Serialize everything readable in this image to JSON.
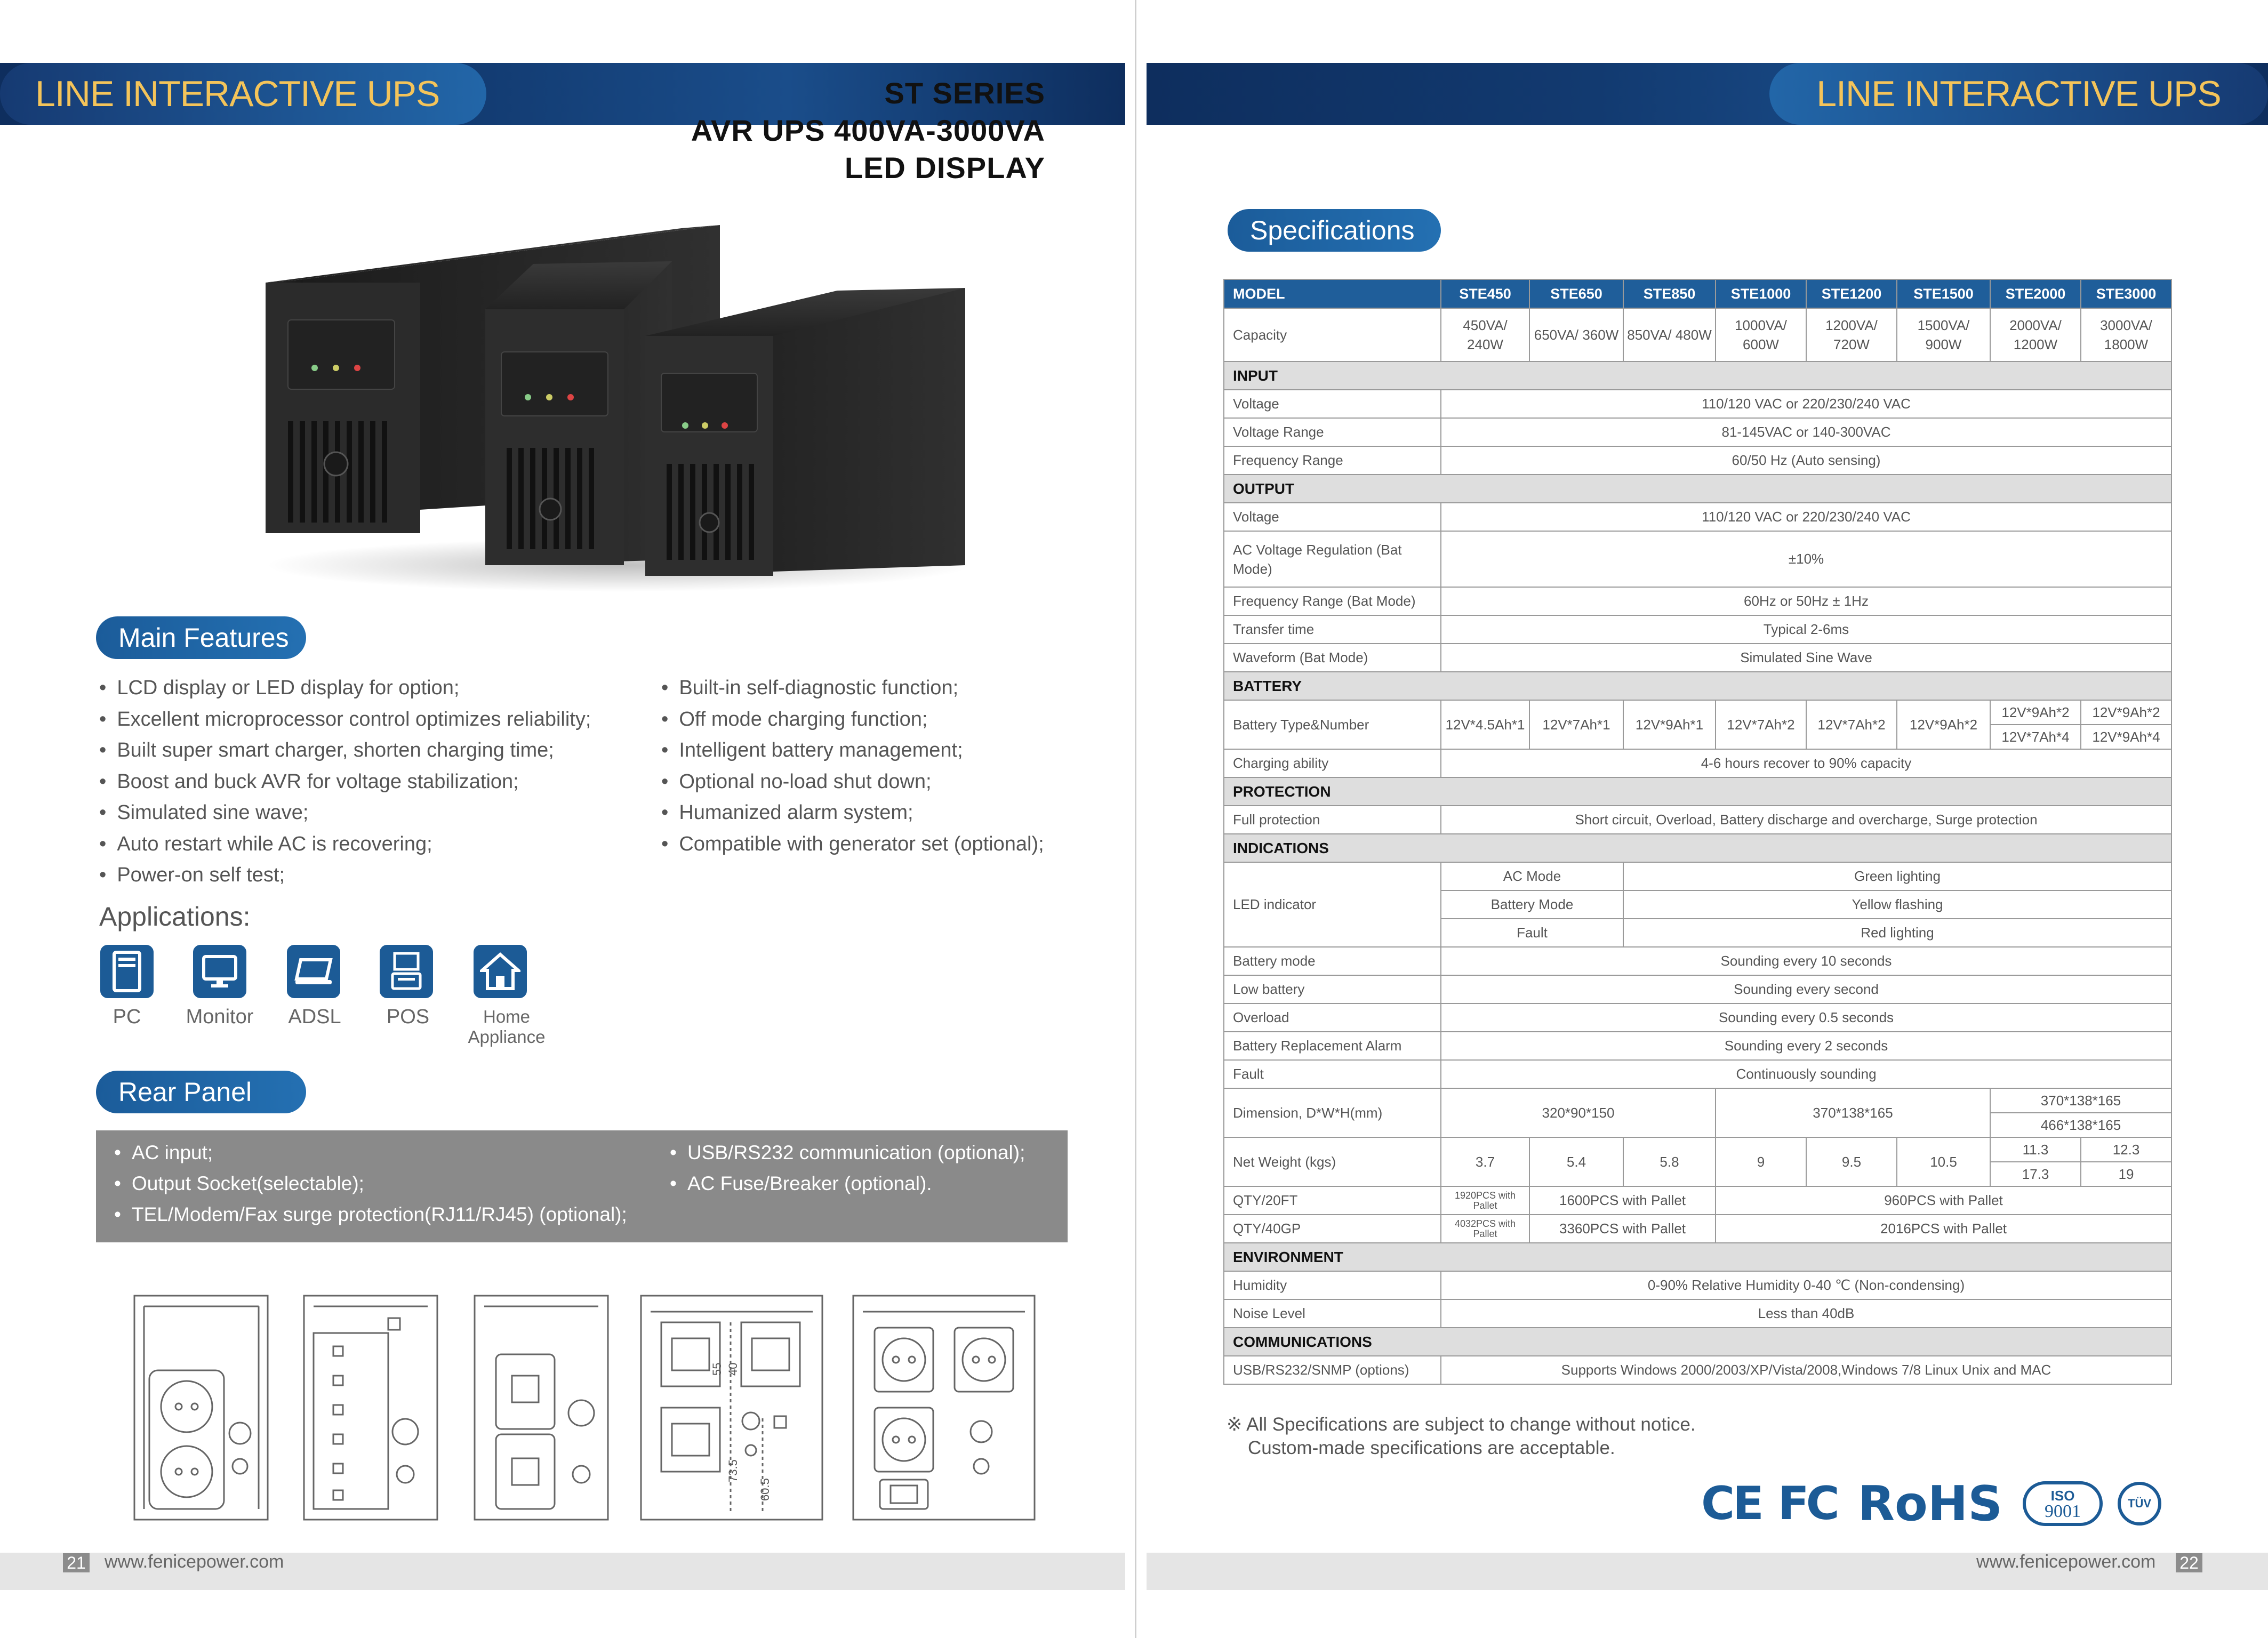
{
  "left": {
    "banner_title": "LINE INTERACTIVE UPS",
    "header_lines": [
      "ST SERIES",
      "AVR UPS 400VA-3000VA",
      "LED DISPLAY"
    ],
    "main_features_title": "Main Features",
    "features_col1": [
      "LCD display or LED display for option;",
      "Excellent microprocessor control optimizes reliability;",
      "Built super smart charger, shorten charging time;",
      "Boost and buck AVR for voltage stabilization;",
      "Simulated sine wave;",
      "Auto restart while AC is recovering;",
      "Power-on self test;"
    ],
    "features_col2": [
      "Built-in self-diagnostic function;",
      "Off mode charging function;",
      "Intelligent battery management;",
      "Optional no-load shut down;",
      "Humanized alarm system;",
      "Compatible with generator set (optional);"
    ],
    "applications_title": "Applications:",
    "applications": [
      {
        "label": "PC",
        "icon": "pc-icon"
      },
      {
        "label": "Monitor",
        "icon": "monitor-icon"
      },
      {
        "label": "ADSL",
        "icon": "adsl-icon"
      },
      {
        "label": "POS",
        "icon": "pos-icon"
      },
      {
        "label": "Home Appliance",
        "icon": "home-icon"
      }
    ],
    "rear_panel_title": "Rear Panel",
    "rear_col1": [
      "AC input;",
      "Output Socket(selectable);",
      "TEL/Modem/Fax surge protection(RJ11/RJ45) (optional);"
    ],
    "rear_col2": [
      "USB/RS232 communication (optional);",
      "AC Fuse/Breaker (optional)."
    ],
    "drawing_labels": [
      "73.5",
      "60.5",
      "55",
      "40"
    ],
    "page_number": "21",
    "url": "www.fenicepower.com"
  },
  "right": {
    "banner_title": "LINE INTERACTIVE UPS",
    "spec_title": "Specifications",
    "table": {
      "model_label": "MODEL",
      "models": [
        "STE450",
        "STE650",
        "STE850",
        "STE1000",
        "STE1200",
        "STE1500",
        "STE2000",
        "STE3000"
      ],
      "capacity_label": "Capacity",
      "capacity": [
        "450VA/ 240W",
        "650VA/ 360W",
        "850VA/ 480W",
        "1000VA/ 600W",
        "1200VA/ 720W",
        "1500VA/ 900W",
        "2000VA/ 1200W",
        "3000VA/ 1800W"
      ],
      "sec_input": "INPUT",
      "input_rows": [
        {
          "label": "Voltage",
          "value": "110/120 VAC or 220/230/240 VAC"
        },
        {
          "label": "Voltage Range",
          "value": "81-145VAC or 140-300VAC"
        },
        {
          "label": "Frequency Range",
          "value": "60/50 Hz (Auto sensing)"
        }
      ],
      "sec_output": "OUTPUT",
      "output_voltage": {
        "label": "Voltage",
        "value": "110/120 VAC or 220/230/240 VAC"
      },
      "output_reg": {
        "label": "AC Voltage Regulation (Bat Mode)",
        "value": "±10%"
      },
      "output_rows": [
        {
          "label": "Frequency Range (Bat Mode)",
          "value": "60Hz or 50Hz ± 1Hz"
        },
        {
          "label": "Transfer time",
          "value": "Typical 2-6ms"
        },
        {
          "label": "Waveform (Bat Mode)",
          "value": "Simulated Sine Wave"
        }
      ],
      "sec_battery": "BATTERY",
      "battery_type_label": "Battery Type&Number",
      "battery_types": [
        "12V*4.5Ah*1",
        "12V*7Ah*1",
        "12V*9Ah*1",
        "12V*7Ah*2",
        "12V*7Ah*2",
        "12V*9Ah*2"
      ],
      "battery_types_2000": [
        "12V*9Ah*2",
        "12V*7Ah*4"
      ],
      "battery_types_3000": [
        "12V*9Ah*2",
        "12V*9Ah*4"
      ],
      "charging": {
        "label": "Charging ability",
        "value": "4-6 hours recover to 90% capacity"
      },
      "sec_protection": "PROTECTION",
      "protection": {
        "label": "Full protection",
        "value": "Short circuit, Overload, Battery discharge and overcharge, Surge protection"
      },
      "sec_indications": "INDICATIONS",
      "led_label": "LED indicator",
      "led_rows": [
        {
          "mode": "AC Mode",
          "value": "Green lighting"
        },
        {
          "mode": "Battery Mode",
          "value": "Yellow flashing"
        },
        {
          "mode": "Fault",
          "value": "Red lighting"
        }
      ],
      "alarm_rows": [
        {
          "label": "Battery mode",
          "value": "Sounding every 10 seconds"
        },
        {
          "label": "Low battery",
          "value": "Sounding every second"
        },
        {
          "label": "Overload",
          "value": "Sounding every 0.5 seconds"
        },
        {
          "label": "Battery Replacement Alarm",
          "value": "Sounding every 2 seconds"
        },
        {
          "label": "Fault",
          "value": "Continuously sounding"
        }
      ],
      "dimension_label": "Dimension, D*W*H(mm)",
      "dim_a": "320*90*150",
      "dim_b": "370*138*165",
      "dim_c1": "370*138*165",
      "dim_c2": "466*138*165",
      "weight_label": "Net Weight (kgs)",
      "weights": [
        "3.7",
        "5.4",
        "5.8",
        "9",
        "9.5",
        "10.5"
      ],
      "weights_2000": [
        "11.3",
        "17.3"
      ],
      "weights_3000": [
        "12.3",
        "19"
      ],
      "qty20": {
        "label": "QTY/20FT",
        "tiny": "1920PCS with Pallet",
        "mid": "1600PCS with Pallet",
        "rest": "960PCS with Pallet"
      },
      "qty40": {
        "label": "QTY/40GP",
        "tiny": "4032PCS with Pallet",
        "mid": "3360PCS with Pallet",
        "rest": "2016PCS with Pallet"
      },
      "sec_environment": "ENVIRONMENT",
      "env_rows": [
        {
          "label": "Humidity",
          "value": "0-90% Relative Humidity 0-40 ℃ (Non-condensing)"
        },
        {
          "label": "Noise Level",
          "value": "Less than 40dB"
        }
      ],
      "sec_communications": "COMMUNICATIONS",
      "comm": {
        "label": "USB/RS232/SNMP (options)",
        "value": "Supports Windows 2000/2003/XP/Vista/2008,Windows 7/8 Linux Unix  and MAC"
      }
    },
    "note_line1": "※ All Specifications are subject to change without notice.",
    "note_line2": "Custom-made specifications are acceptable.",
    "certs": {
      "ce": "CE",
      "fc": "FC",
      "rohs": "RoHS",
      "iso": "ISO",
      "iso_num": "9001",
      "tuv": "TÜV"
    },
    "page_number": "22",
    "url": "www.fenicepower.com"
  }
}
